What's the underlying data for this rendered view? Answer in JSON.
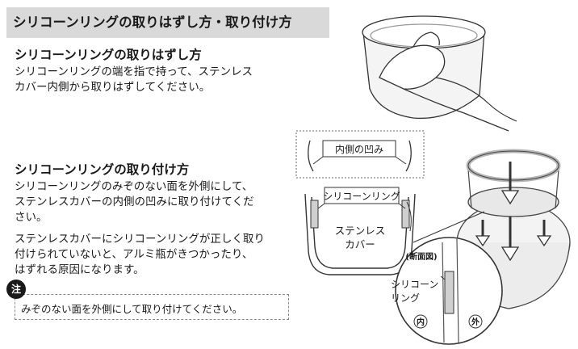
{
  "title": "シリコーンリングの取りはずし方・取り付け方",
  "removal": {
    "heading": "シリコーンリングの取りはずし方",
    "lines": [
      "シリコーンリングの端を指で持って、ステンレス",
      "カバー内側から取りはずしてください。"
    ]
  },
  "attach": {
    "heading": "シリコーンリングの取り付け方",
    "para1": [
      "シリコーンリングのみぞのない面を外側にして、",
      "ステンレスカバーの内側の凹みに取り付けてくだ",
      "さい。"
    ],
    "para2": [
      "ステンレスカバーにシリコーンリングが正しく取り",
      "付けられていないと、アルミ瓶がきつかったり、",
      "はずれる原因になります。"
    ]
  },
  "note": {
    "badge": "注",
    "text": "みぞのない面を外側にして取り付けてください。"
  },
  "diagram": {
    "inner_recess_label": "内側の凹み",
    "ring_label": "シリコーンリング",
    "cover_label": [
      "ステンレス",
      "カバー"
    ],
    "section_label": "(断面図)",
    "section_ring_label": [
      "シリコーン",
      "リング"
    ],
    "inside_mark": "内",
    "outside_mark": "外"
  }
}
